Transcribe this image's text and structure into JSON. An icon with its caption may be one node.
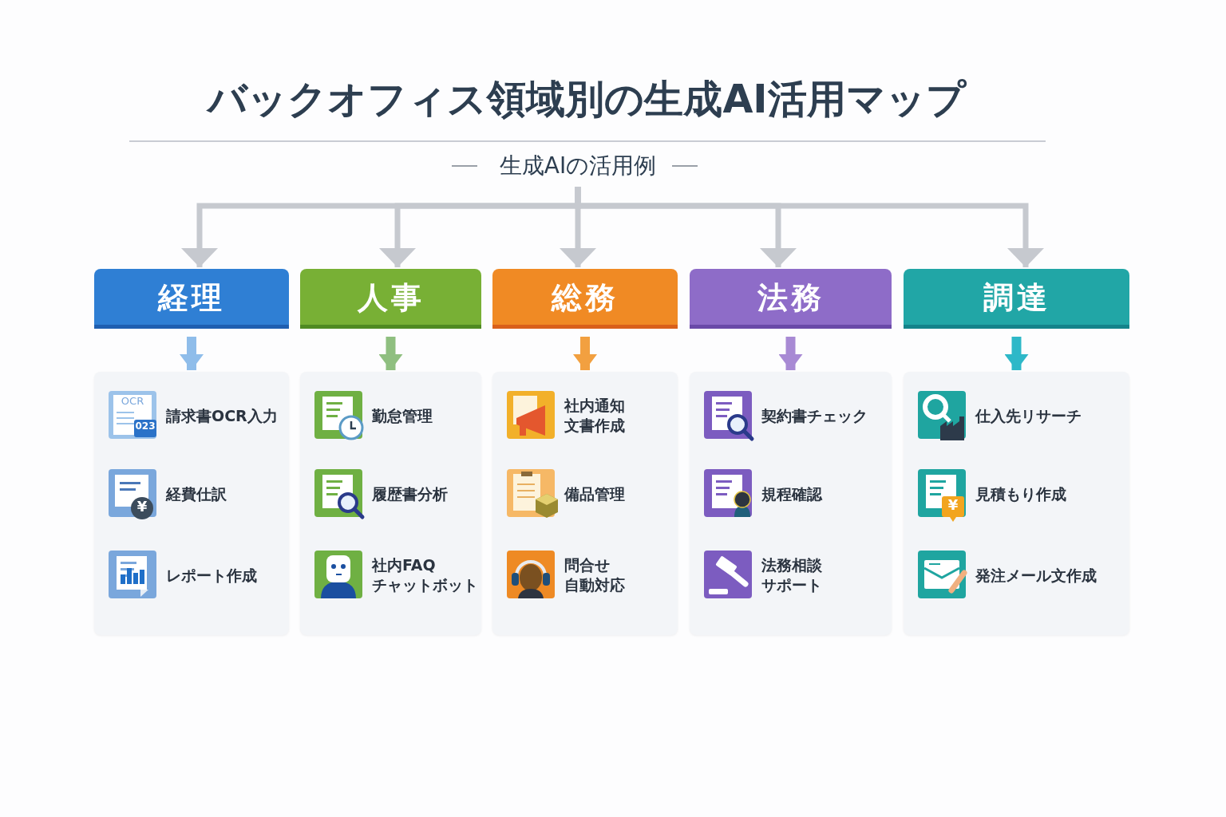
{
  "diagram": {
    "title": "バックオフィス領域別の生成AI活用マップ",
    "nodes": [
      {
        "text": [
          "生成AIの活用例"
        ]
      },
      {
        "text": [
          "経理"
        ]
      },
      {
        "text": [],
        "shape": "box"
      },
      {
        "text": [
          "請求書OCR入力"
        ],
        "in": 2
      },
      {
        "text": [
          "経費仕訳"
        ],
        "in": 2
      },
      {
        "text": [
          "レポート作成"
        ],
        "in": 2
      },
      {
        "text": [
          "人事"
        ]
      },
      {
        "text": [],
        "shape": "box"
      },
      {
        "text": [
          "勤怠管理"
        ],
        "in": 7
      },
      {
        "text": [
          "履歴書分析"
        ],
        "in": 7
      },
      {
        "text": [
          "社内FAQ チャットボット"
        ],
        "in": 7
      },
      {
        "text": [
          "総務"
        ]
      },
      {
        "text": [],
        "shape": "box"
      },
      {
        "text": [
          "社内通知文書作成"
        ],
        "in": 12
      },
      {
        "text": [
          "備品管理"
        ],
        "in": 12
      },
      {
        "text": [
          "問合せ自動対応"
        ],
        "in": 12
      },
      {
        "text": [
          "法務"
        ]
      },
      {
        "text": [],
        "shape": "box"
      },
      {
        "text": [
          "契約書チェック"
        ],
        "in": 17
      },
      {
        "text": [
          "規程確認"
        ],
        "in": 17
      },
      {
        "text": [
          "法務相談サポート"
        ],
        "in": 17
      },
      {
        "text": [
          "調達"
        ]
      },
      {
        "text": [],
        "shape": "box"
      },
      {
        "text": [
          "仕入先リサーチ"
        ],
        "in": 22
      },
      {
        "text": [
          "見積もり作成"
        ],
        "in": 22
      },
      {
        "text": [
          "発注メール文作成"
        ],
        "in": 22
      }
    ],
    "edges": [
      {
        "from": 0,
        "to": 1,
        "arrow": "to"
      },
      {
        "from": 0,
        "to": 6,
        "arrow": "to"
      },
      {
        "from": 0,
        "to": 11,
        "arrow": "to"
      },
      {
        "from": 0,
        "to": 16,
        "arrow": "to"
      },
      {
        "from": 0,
        "to": 21,
        "arrow": "to"
      },
      {
        "from": 1,
        "to": 2,
        "arrow": "to",
        "color": "#8fbdea"
      },
      {
        "from": 6,
        "to": 7,
        "arrow": "to",
        "color": "#8fbf80"
      },
      {
        "from": 11,
        "to": 12,
        "arrow": "to",
        "color": "#f2a040"
      },
      {
        "from": 16,
        "to": 17,
        "arrow": "to",
        "color": "#a88ad4"
      },
      {
        "from": 21,
        "to": 22,
        "arrow": "to",
        "color": "#2eb8c8"
      }
    ],
    "labels": [
      "OCR",
      "023",
      "¥",
      "¥"
    ]
  }
}
